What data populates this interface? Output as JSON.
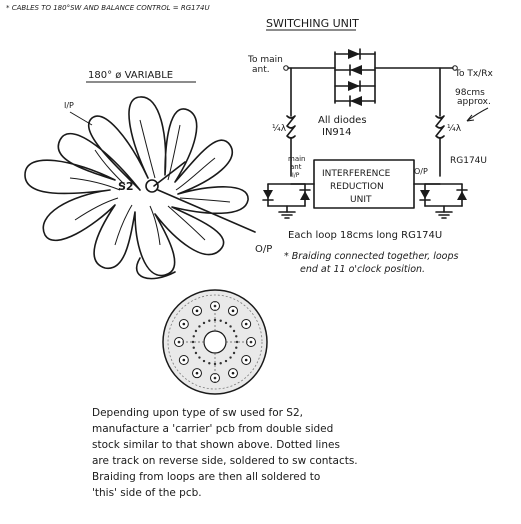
{
  "header_note": "* CABLES TO 180°SW AND BALANCE CONTROL = RG174U",
  "switching_unit": {
    "title": "SWITCHING UNIT",
    "to_main_ant": [
      "To main",
      "ant."
    ],
    "to_txrx": "To Tx/Rx",
    "length_note": [
      "98cms",
      "approx."
    ],
    "diodes_note": [
      "All diodes",
      "IN914"
    ],
    "quarter_wave": "¼λ",
    "cable_type": "RG174U",
    "ip_label": [
      "main",
      "ant",
      "I/P"
    ],
    "op_label": "O/P",
    "iru_label": [
      "INTERFERENCE",
      "REDUCTION",
      "UNIT"
    ]
  },
  "variable": {
    "title": "180° ø VARIABLE",
    "ip_label": "I/P",
    "switch_label": "S2",
    "op_label": "O/P"
  },
  "notes": {
    "loop_note": "Each loop 18cms long RG174U",
    "braid_note": [
      "* Braiding connected together, loops",
      "end at 11 o'clock position."
    ]
  },
  "pcb_caption": [
    "Depending upon type of sw used for S2,",
    "manufacture a 'carrier' pcb from double sided",
    "stock similar to that shown above. Dotted lines",
    "are track on reverse side, soldered to sw contacts.",
    "Braiding from loops are then all soldered to",
    "'this' side of the pcb."
  ]
}
